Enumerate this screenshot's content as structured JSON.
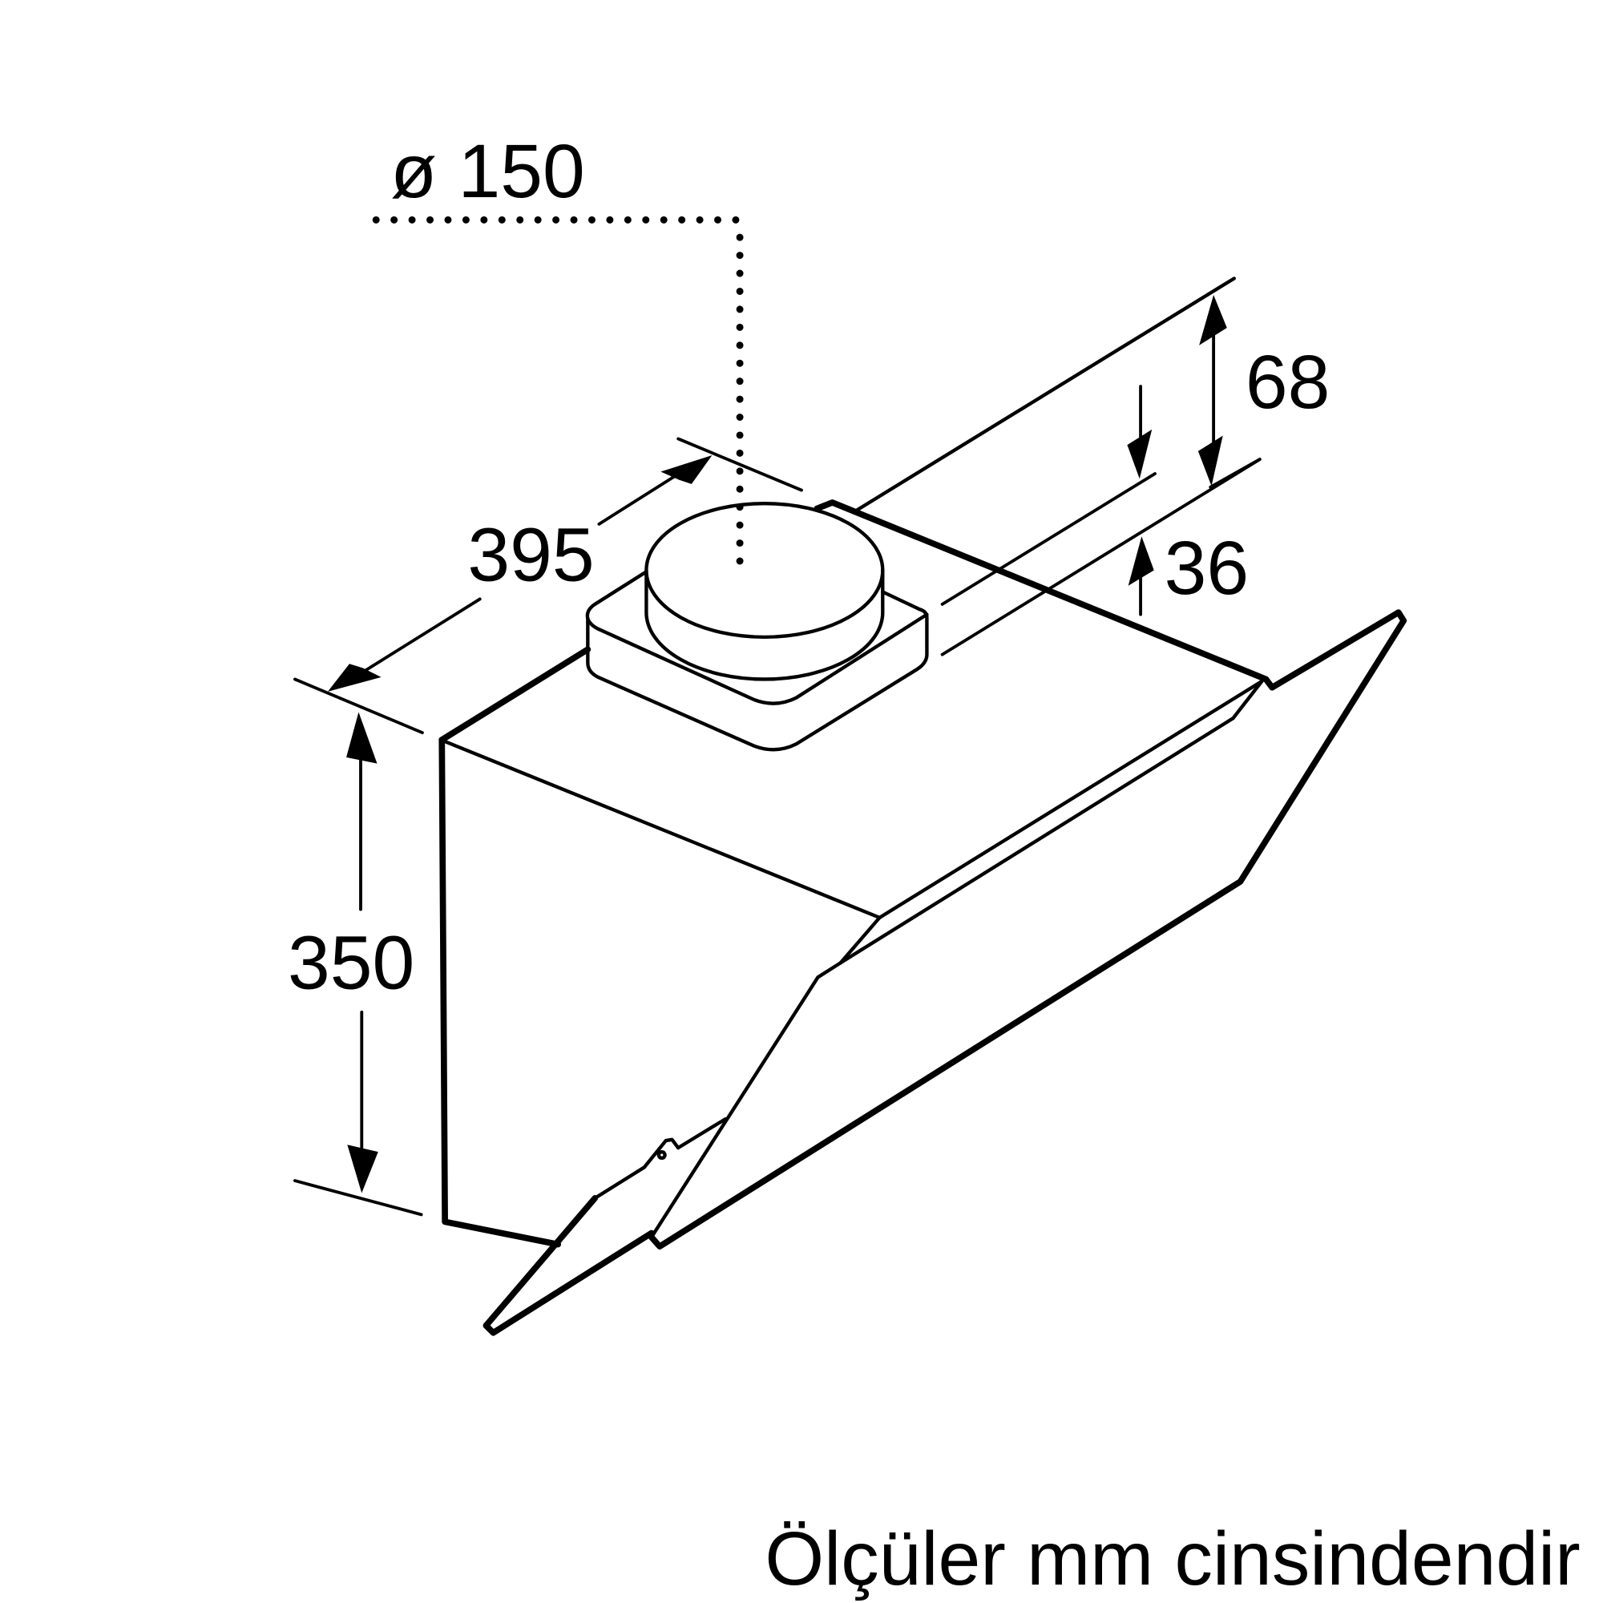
{
  "diagram": {
    "subject": "Wall-mounted angled cooker hood — dimension drawing",
    "dimensions": {
      "duct_diameter": "ø 150",
      "depth": "395",
      "height": "350",
      "top_offset": "68",
      "collar_offset": "36"
    },
    "caption": "Ölçüler mm cinsindendir",
    "colors": {
      "stroke": "#000000",
      "background": "#ffffff"
    }
  }
}
